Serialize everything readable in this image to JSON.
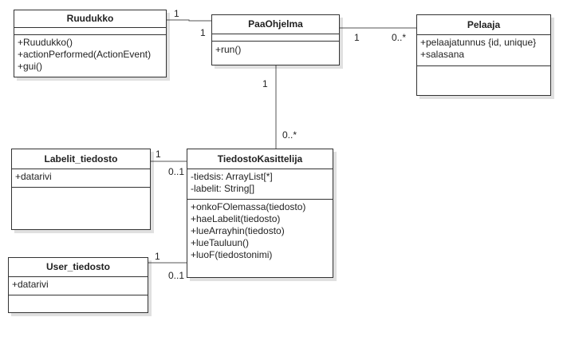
{
  "classes": {
    "ruudukko": {
      "name": "Ruudukko",
      "attributes": [],
      "methods": [
        "+Ruudukko()",
        "+actionPerformed(ActionEvent)",
        "+gui()"
      ]
    },
    "paaohjelma": {
      "name": "PaaOhjelma",
      "attributes": [],
      "methods": [
        "+run()"
      ]
    },
    "pelaaja": {
      "name": "Pelaaja",
      "attributes": [
        "+pelaajatunnus {id, unique}",
        "+salasana"
      ],
      "methods": []
    },
    "labelit": {
      "name": "Labelit_tiedosto",
      "attributes": [
        "+datarivi"
      ],
      "methods": []
    },
    "tiedostokasittelija": {
      "name": "TiedostoKasittelija",
      "attributes": [
        "-tiedsis: ArrayList[*]",
        "-labelit: String[]"
      ],
      "methods": [
        "+onkoFOlemassa(tiedosto)",
        "+haeLabelit(tiedosto)",
        "+lueArrayhin(tiedosto)",
        "+lueTauluun()",
        "+luoF(tiedostonimi)"
      ]
    },
    "user": {
      "name": "User_tiedosto",
      "attributes": [
        "+datarivi"
      ],
      "methods": []
    }
  },
  "multiplicities": {
    "ruudukko_side": "1",
    "paaohjelma_left": "1",
    "paaohjelma_right": "1",
    "pelaaja_side": "0..*",
    "paaohjelma_bottom": "1",
    "tiedosto_top": "0..*",
    "labelit_side": "1",
    "tiedosto_labelit": "0..1",
    "user_side": "1",
    "tiedosto_user": "0..1"
  },
  "colors": {
    "line": "#555555",
    "border": "#333333"
  }
}
